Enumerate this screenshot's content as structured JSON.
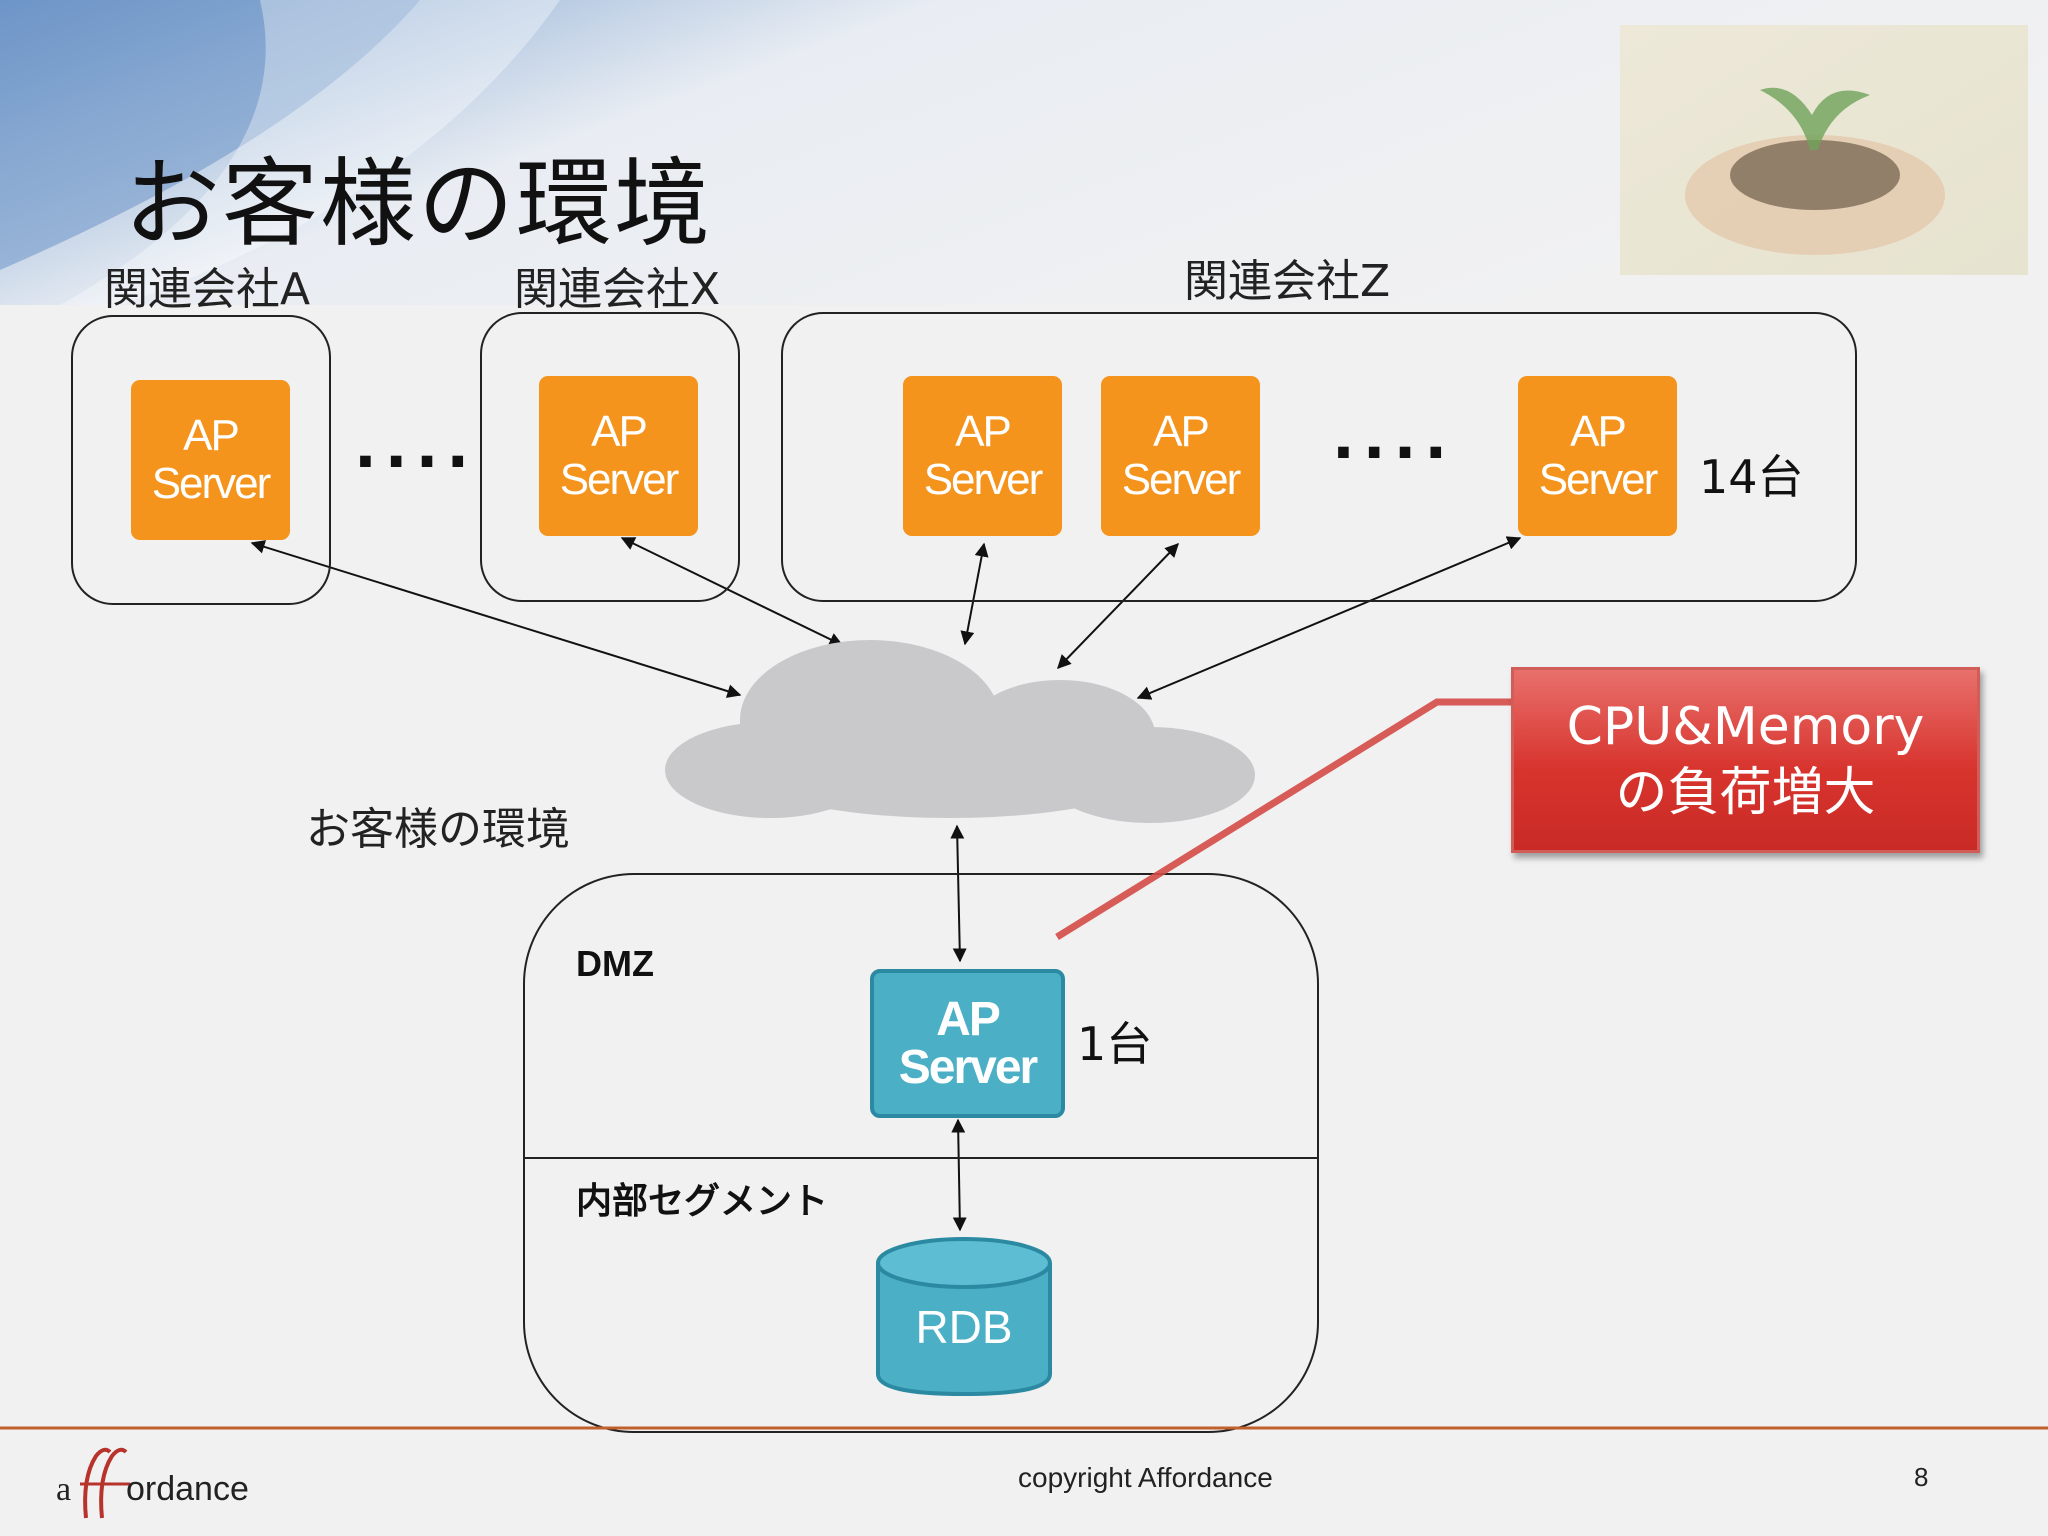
{
  "slide": {
    "title": "お客様の環境",
    "page_number": "8",
    "copyright": "copyright Affordance",
    "logo_text": "affordance"
  },
  "groups": [
    {
      "label": "関連会社A",
      "servers": [
        {
          "line1": "AP",
          "line2": "Server"
        }
      ]
    },
    {
      "label": "関連会社X",
      "servers": [
        {
          "line1": "AP",
          "line2": "Server"
        }
      ]
    },
    {
      "label": "関連会社Z",
      "servers": [
        {
          "line1": "AP",
          "line2": "Server"
        },
        {
          "line1": "AP",
          "line2": "Server"
        },
        {
          "line1": "AP",
          "line2": "Server"
        }
      ],
      "count": "14台"
    }
  ],
  "ellipsis": "....",
  "cloud_label": "お客様の環境",
  "dmz": {
    "label": "DMZ",
    "server": {
      "line1": "AP",
      "line2": "Server"
    },
    "count": "1台"
  },
  "internal": {
    "label": "内部セグメント",
    "db": "RDB"
  },
  "callout": {
    "line1": "CPU&Memory",
    "line2": "の負荷増大"
  },
  "colors": {
    "ap_server": "#f5941d",
    "dmz_server": "#4bafc6",
    "cloud": "#c9c9cb",
    "callout": "#d8342e",
    "footer_rule": "#c0612b"
  }
}
